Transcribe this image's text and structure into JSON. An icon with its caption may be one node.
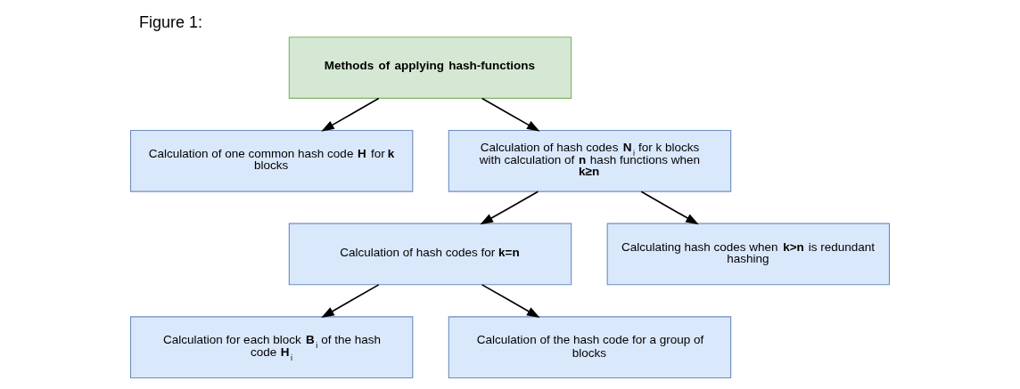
{
  "diagram": {
    "caption": "Figure 1:",
    "nodes": [
      {
        "text": [
          "Methods of applying hash-functions"
        ]
      },
      {
        "text": [
          "Calculation of one common hash code **H** for **k** blocks"
        ]
      },
      {
        "text": [
          "Calculation of hash codes **N**$_{i}$ for k blocks with calculation of **n** hash functions when **k≥n**"
        ]
      },
      {
        "text": [
          "Calculation of hash codes for **k=n**"
        ]
      },
      {
        "text": [
          "Calculating hash codes when **k>n** is redundant hashing"
        ]
      },
      {
        "text": [
          "Calculation for each block **B**$_{i}$ of the hash code **H**$_{i}$"
        ]
      },
      {
        "text": [
          "Calculation of the hash code for a group of blocks"
        ]
      }
    ],
    "edges": [
      {
        "from": 0,
        "to": 1,
        "arrow": "to"
      },
      {
        "from": 0,
        "to": 2,
        "arrow": "to"
      },
      {
        "from": 2,
        "to": 3,
        "arrow": "to"
      },
      {
        "from": 2,
        "to": 4,
        "arrow": "to"
      },
      {
        "from": 3,
        "to": 5,
        "arrow": "to"
      },
      {
        "from": 3,
        "to": 6,
        "arrow": "to"
      }
    ]
  }
}
